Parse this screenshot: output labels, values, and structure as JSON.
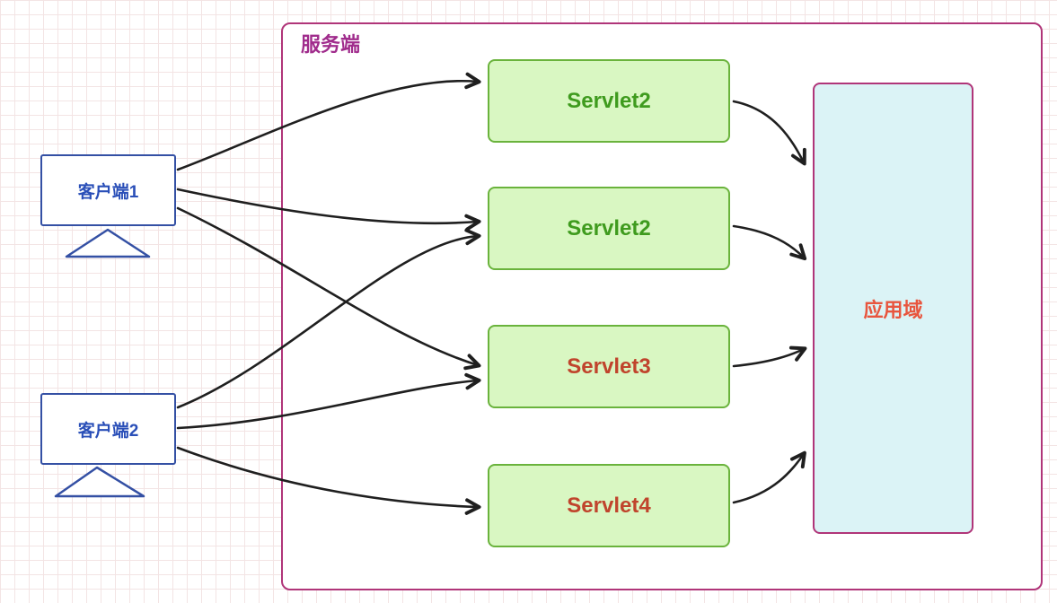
{
  "diagram": {
    "server": {
      "label": "服务端"
    },
    "servlets": [
      {
        "label": "Servlet2",
        "text_color": "#3f9b1e"
      },
      {
        "label": "Servlet2",
        "text_color": "#3f9b1e"
      },
      {
        "label": "Servlet3",
        "text_color": "#c0442c"
      },
      {
        "label": "Servlet4",
        "text_color": "#c0442c"
      }
    ],
    "app_domain": {
      "label": "应用域"
    },
    "clients": [
      {
        "label": "客户端1"
      },
      {
        "label": "客户端2"
      }
    ],
    "colors": {
      "server_border": "#b03579",
      "server_label": "#a02c8c",
      "servlet_fill": "#d9f7c2",
      "servlet_border": "#6ab33c",
      "app_fill": "#dbf3f6",
      "app_border": "#b03579",
      "app_text": "#e8553e",
      "client_border": "#3450a4",
      "client_text": "#2a4fb8",
      "arrow": "#1f1f1f"
    }
  }
}
